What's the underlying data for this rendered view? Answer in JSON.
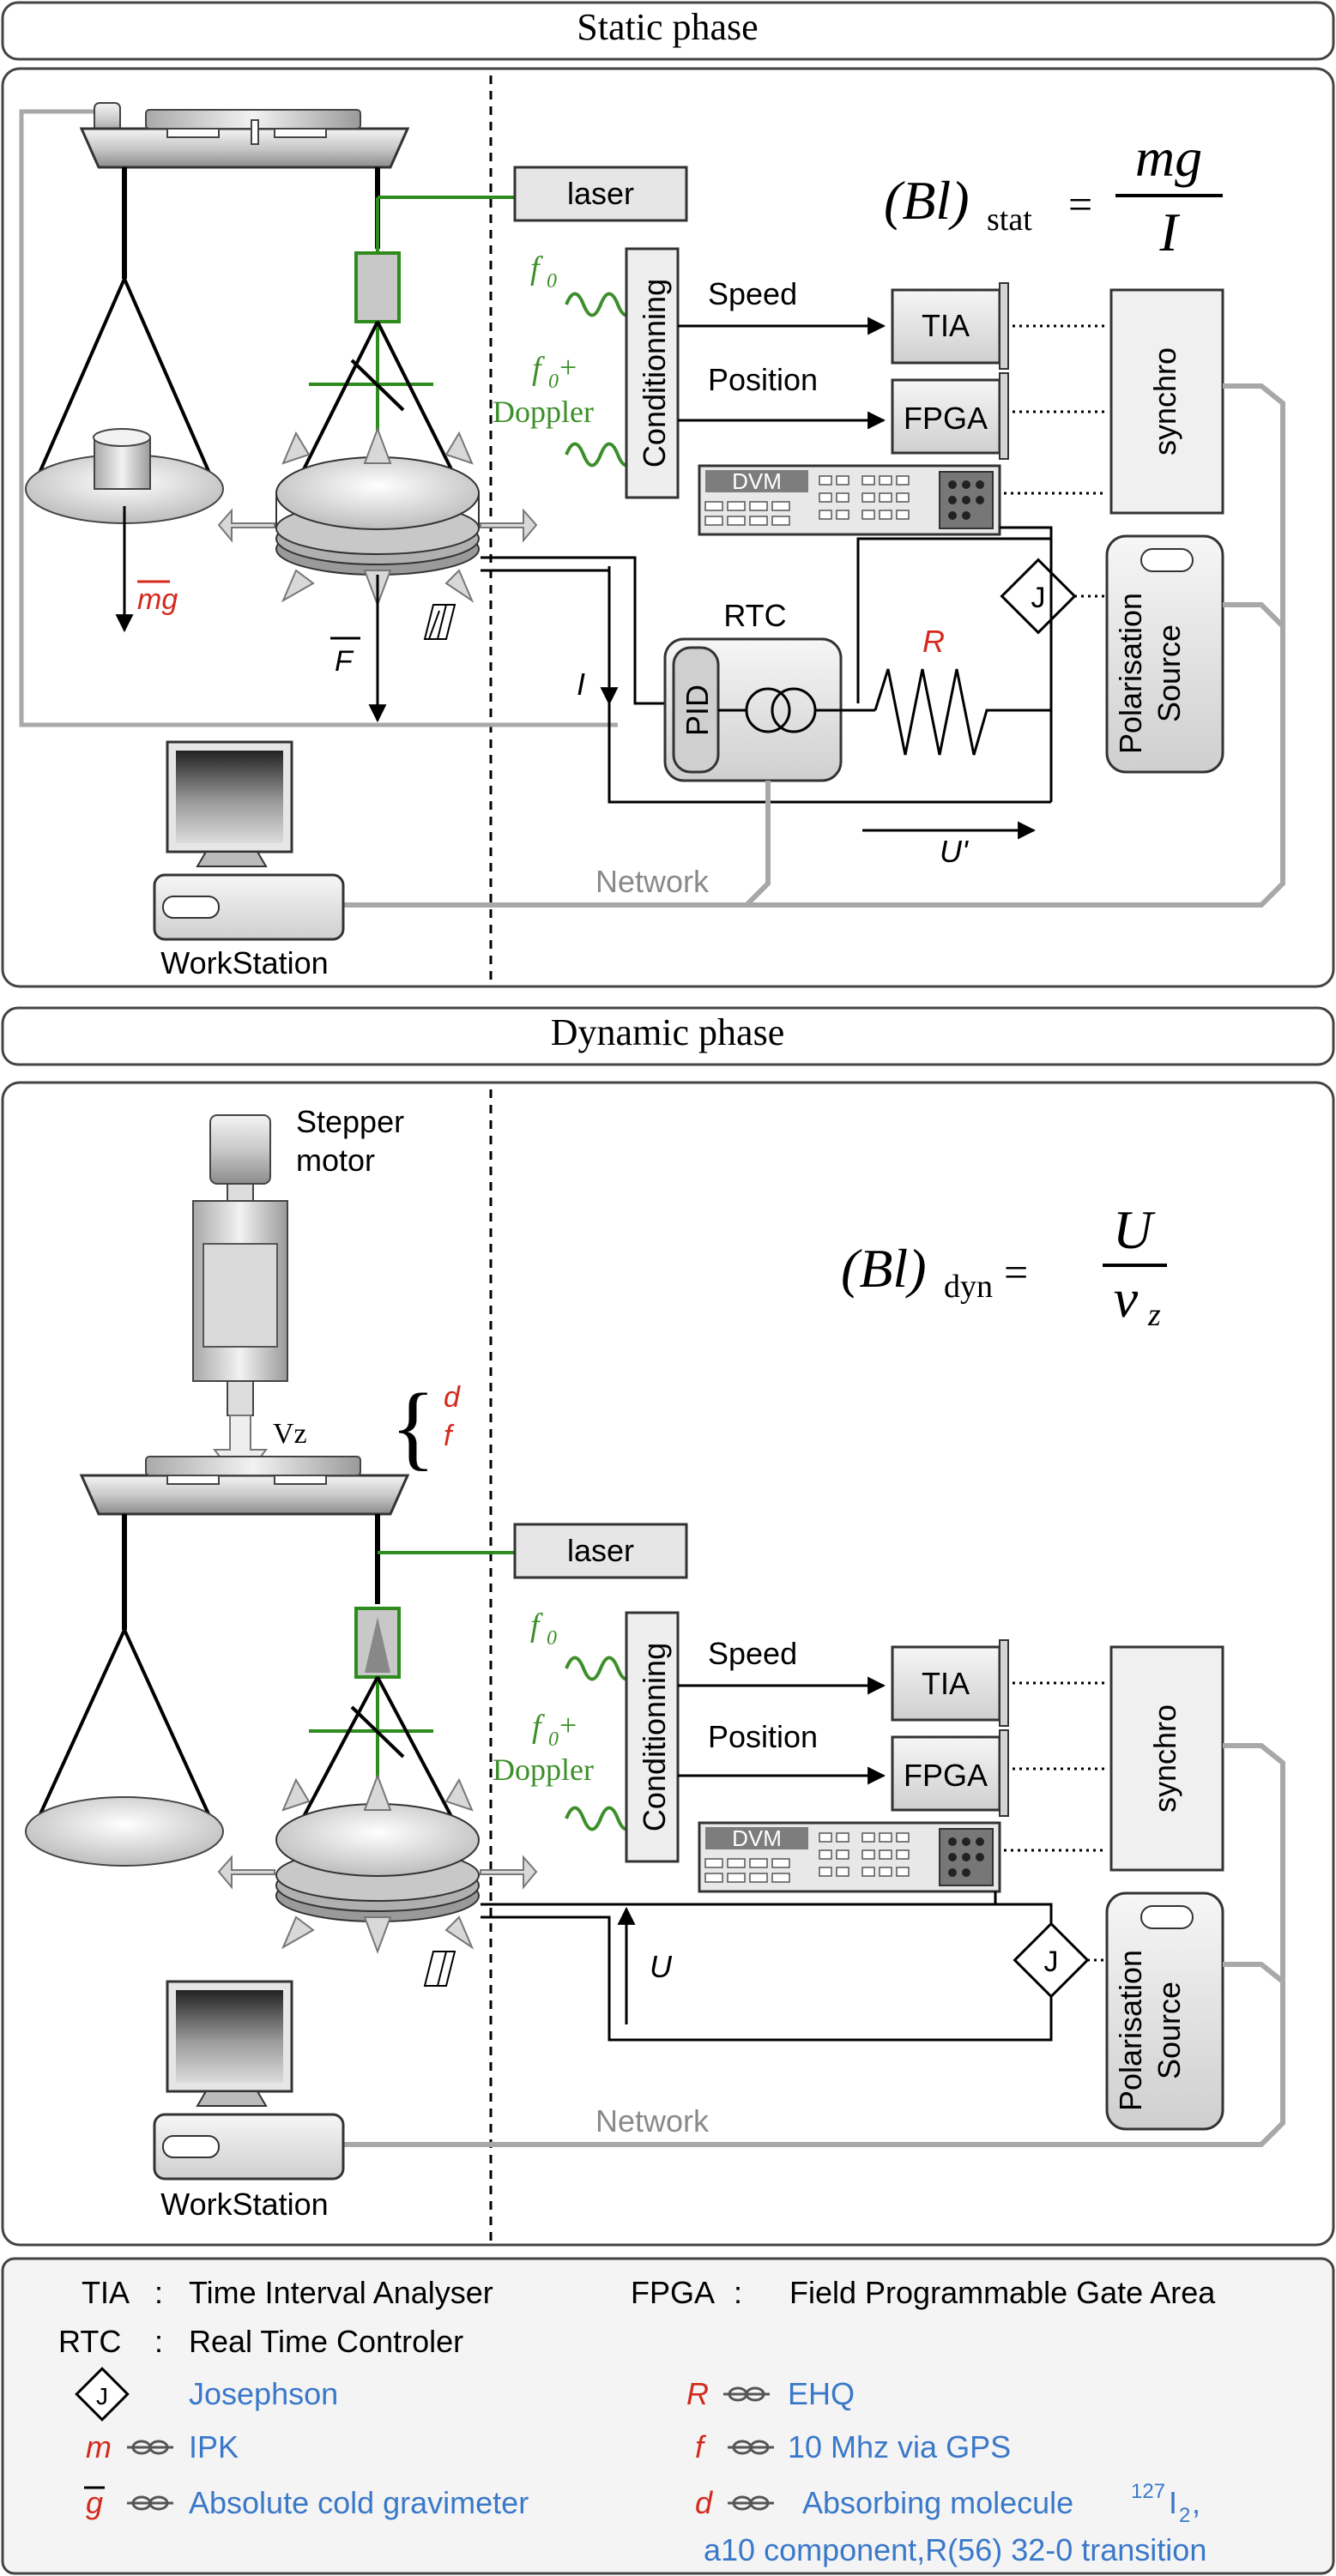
{
  "static": {
    "title": "Static phase",
    "formula_lhs": "(Bl)",
    "formula_sub": "stat",
    "formula_num": "mg",
    "formula_den": "I",
    "labels": {
      "laser": "laser",
      "f0": "f",
      "f0_sub": "0",
      "f0_doppler": "f",
      "f0_doppler_sub": "0",
      "plus": "+",
      "doppler": "Doppler",
      "conditioning": "Conditionning",
      "speed": "Speed",
      "position": "Position",
      "tia": "TIA",
      "fpga": "FPGA",
      "dvm": "DVM",
      "synchro": "synchro",
      "junction": "J",
      "polarisation_source": "Polarisation",
      "polarisation_source_2": "Source",
      "rtc": "RTC",
      "pid": "PID",
      "resistor": "R",
      "current": "I",
      "voltage": "U'",
      "force": "F",
      "weight": "mg",
      "network": "Network",
      "workstation": "WorkStation"
    }
  },
  "dynamic": {
    "title": "Dynamic phase",
    "formula_lhs": "(Bl)",
    "formula_sub": "dyn",
    "formula_num": "U",
    "formula_den": "v",
    "formula_den_sub": "z",
    "labels": {
      "stepper": "Stepper",
      "stepper_2": "motor",
      "vz": "Vz",
      "brace_d": "d",
      "brace_f": "f",
      "laser": "laser",
      "f0": "f",
      "f0_sub": "0",
      "f0_doppler": "f",
      "f0_doppler_sub": "0",
      "plus": "+",
      "doppler": "Doppler",
      "conditioning": "Conditionning",
      "speed": "Speed",
      "position": "Position",
      "tia": "TIA",
      "fpga": "FPGA",
      "dvm": "DVM",
      "synchro": "synchro",
      "junction": "J",
      "polarisation_source": "Polarisation",
      "polarisation_source_2": "Source",
      "voltage": "U",
      "network": "Network",
      "workstation": "WorkStation"
    }
  },
  "legend": {
    "tia_key": "TIA",
    "tia_sep": ":",
    "tia_value": "Time Interval Analyser",
    "fpga_key": "FPGA",
    "fpga_sep": ":",
    "fpga_value": "Field Programmable Gate Area",
    "rtc_key": "RTC",
    "rtc_sep": ":",
    "rtc_value": "Real Time Controler",
    "j_symbol": "J",
    "j_value": "Josephson",
    "r_symbol": "R",
    "r_value": "EHQ",
    "m_symbol": "m",
    "m_value": "IPK",
    "f_symbol": "f",
    "f_value": "10 Mhz via GPS",
    "g_symbol": "g",
    "g_value": "Absolute cold gravimeter",
    "d_symbol": "d",
    "d_value_pre": "Absorbing molecule",
    "d_value_sup": "127",
    "d_value_elem": "I",
    "d_value_sub": "2",
    "d_value_post": ",",
    "d_value_line2": "a10 component,R(56) 32-0 transition"
  },
  "colors": {
    "green": "#3c8f2a",
    "red": "#d42a1e",
    "blue": "#3a78c9",
    "gray_link": "#a8a8a8"
  }
}
